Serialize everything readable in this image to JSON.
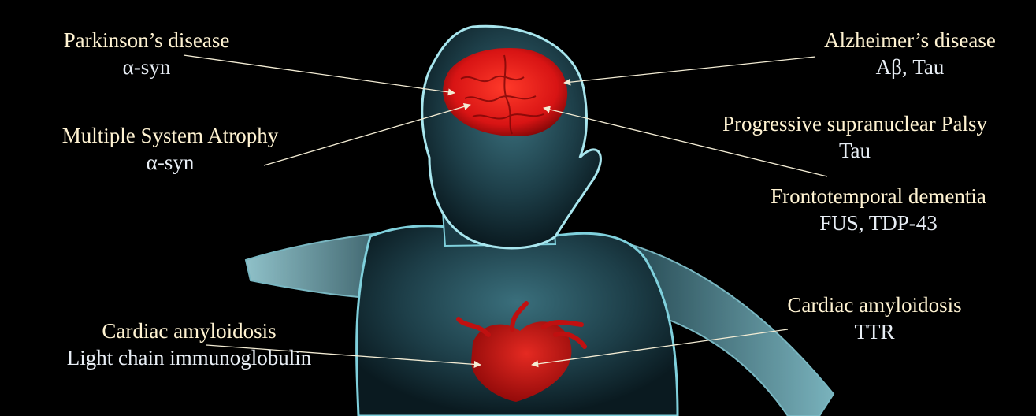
{
  "colors": {
    "background": "#000000",
    "disease_text": "#fff3d2",
    "protein_text": "#e8eef5",
    "body": "#7fd0dc",
    "organ": "#d81414",
    "pointer": "#f3ecd4"
  },
  "annotations": {
    "parkinsons": {
      "disease": "Parkinson’s disease",
      "protein": "α-syn"
    },
    "msa": {
      "disease": "Multiple System Atrophy",
      "protein": "α-syn"
    },
    "alzheimers": {
      "disease": "Alzheimer’s disease",
      "protein": "Aβ, Tau"
    },
    "psp": {
      "disease": "Progressive supranuclear Palsy",
      "protein": "Tau"
    },
    "ftd": {
      "disease": "Frontotemporal dementia",
      "protein": "FUS, TDP-43"
    },
    "cardiac_al": {
      "disease": "Cardiac amyloidosis",
      "protein": "Light chain immunoglobulin"
    },
    "cardiac_ttr": {
      "disease": "Cardiac amyloidosis",
      "protein": "TTR"
    }
  }
}
